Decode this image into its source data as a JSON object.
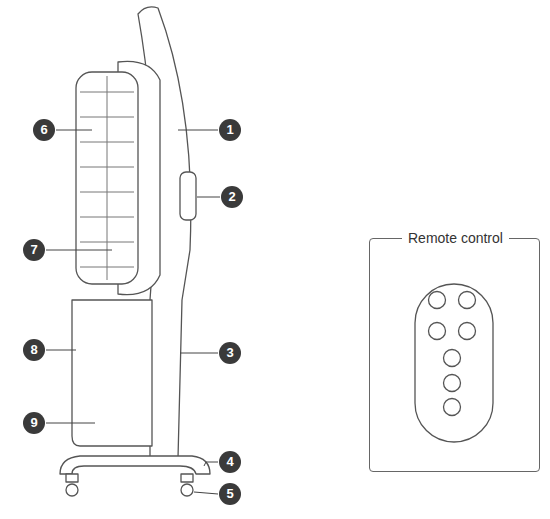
{
  "diagram": {
    "nodes": [
      {
        "text": [
          "Remote control"
        ]
      }
    ],
    "labels": [
      "6",
      "1",
      "2",
      "7",
      "8",
      "3",
      "9",
      "4",
      "5"
    ]
  }
}
